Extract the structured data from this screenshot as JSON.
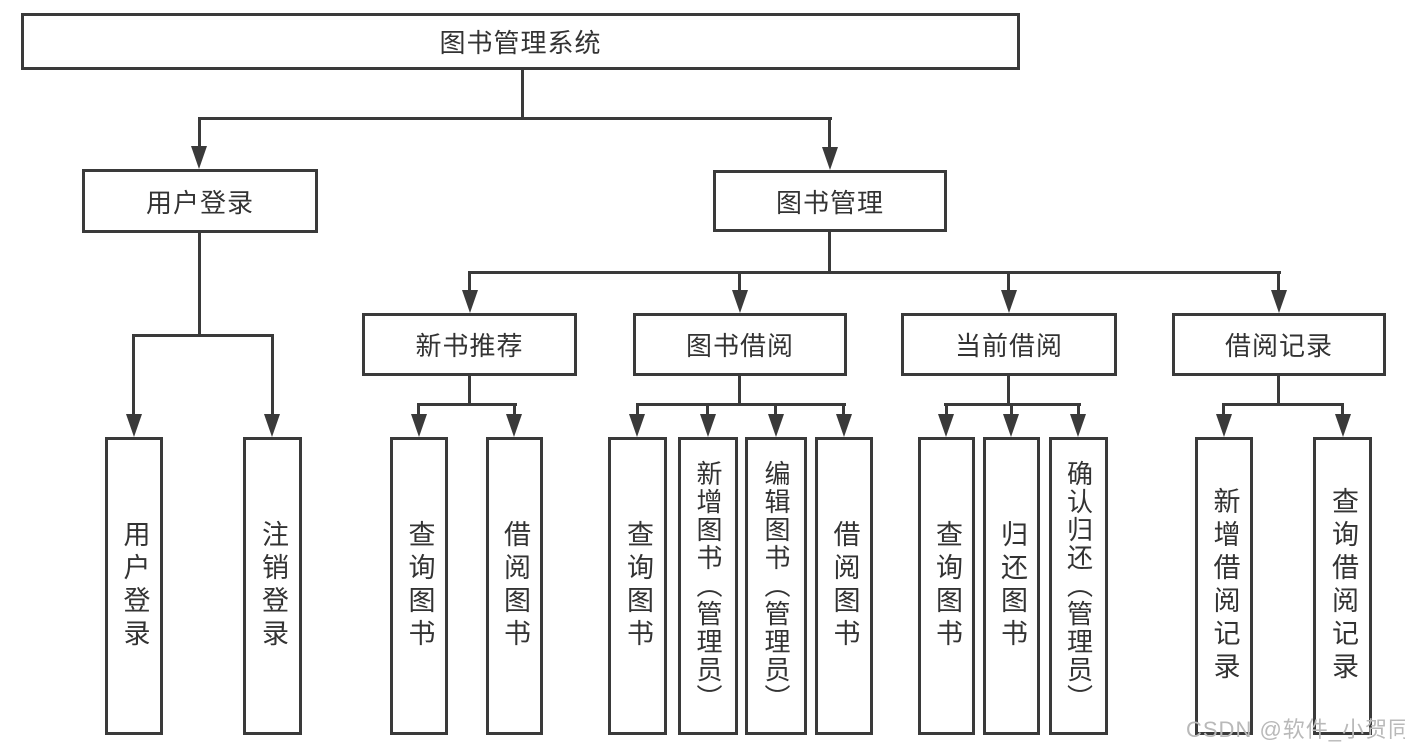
{
  "title": {
    "label": "图书管理系统"
  },
  "level2": {
    "user_login": {
      "label": "用户登录"
    },
    "book_management": {
      "label": "图书管理"
    }
  },
  "level3": {
    "new_book_recommend": {
      "label": "新书推荐"
    },
    "book_borrow": {
      "label": "图书借阅"
    },
    "current_borrow": {
      "label": "当前借阅"
    },
    "borrow_records": {
      "label": "借阅记录"
    }
  },
  "leaves": {
    "user_login_leaf": {
      "label": "用户登录"
    },
    "logout": {
      "label": "注销登录"
    },
    "recommend_query_books": {
      "label": "查询图书"
    },
    "recommend_borrow_books": {
      "label": "借阅图书"
    },
    "borrow_query_books": {
      "label": "查询图书"
    },
    "add_books_admin": {
      "label": "新增图书（管理员）"
    },
    "edit_books_admin": {
      "label": "编辑图书（管理员）"
    },
    "borrow_borrow_books": {
      "label": "借阅图书"
    },
    "current_query_books": {
      "label": "查询图书"
    },
    "return_books": {
      "label": "归还图书"
    },
    "confirm_return_admin": {
      "label": "确认归还（管理员）"
    },
    "add_borrow_record": {
      "label": "新增借阅记录"
    },
    "query_borrow_record": {
      "label": "查询借阅记录"
    }
  },
  "watermark": {
    "text": "CSDN @软件_小贺同学"
  },
  "colors": {
    "line": "#3a3a3a",
    "text": "#333333",
    "box_background": "#ffffff",
    "watermark": "#b9b9b9"
  }
}
